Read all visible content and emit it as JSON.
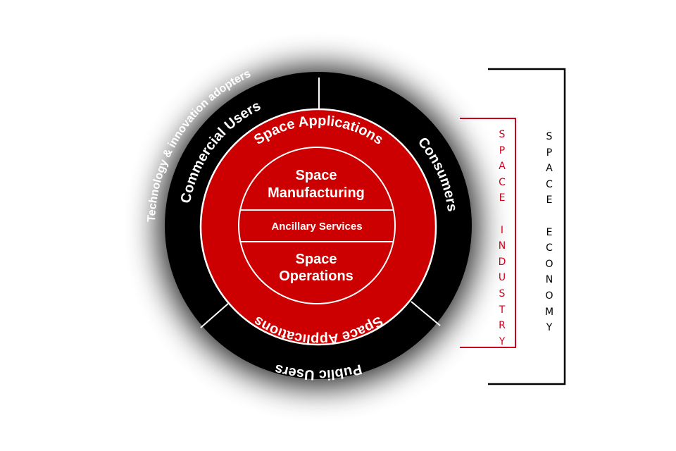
{
  "diagram": {
    "outer_ring": {
      "outside_label": "Technology & innovation adopters",
      "segments": [
        "Commercial Users",
        "Consumers",
        "Public Users"
      ]
    },
    "middle_ring": {
      "label_top": "Space Applications",
      "label_bottom": "Space Applications"
    },
    "core": {
      "top": [
        "Space",
        "Manufacturing"
      ],
      "middle": "Ancillary Services",
      "bottom": [
        "Space",
        "Operations"
      ]
    },
    "brackets": {
      "industry": {
        "label": "SPACE INDUSTRY",
        "color": "#d0021b"
      },
      "economy": {
        "label": "SPACE ECONOMY",
        "color": "#000000"
      }
    }
  },
  "colors": {
    "red": "#cc0000",
    "black": "#000000",
    "white": "#ffffff"
  }
}
